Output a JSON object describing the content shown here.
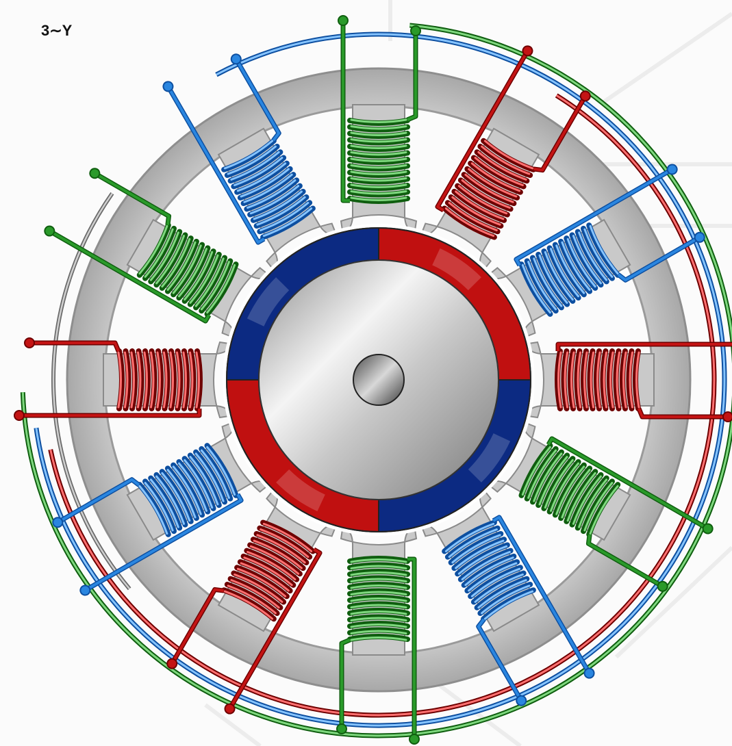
{
  "diagram": {
    "label": "3∼Y",
    "phases": [
      {
        "name": "",
        "color": "#2a9a2a",
        "light": "#7fd87f",
        "dark": "#0f5e0f"
      },
      {
        "name": "",
        "color": "#c41414",
        "light": "#ff7070",
        "dark": "#6e0000"
      },
      {
        "name": "",
        "color": "#2a86e0",
        "light": "#86c4ff",
        "dark": "#0d4fa0"
      }
    ],
    "stator_slots": 12,
    "coil_phase_sequence": [
      0,
      1,
      2,
      1,
      0,
      2,
      0,
      1,
      2,
      1,
      0,
      2
    ],
    "rotor_poles": 4,
    "rotor_magnet_colors": [
      "#c01010",
      "#0c2a82"
    ],
    "neutral_color": "#9a9a9a"
  }
}
